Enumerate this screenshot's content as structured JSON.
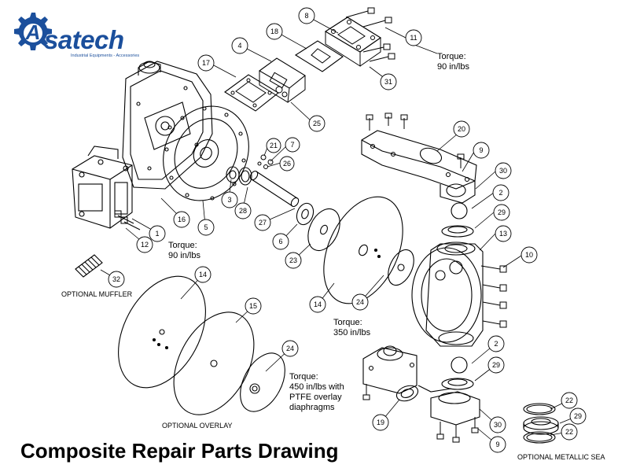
{
  "logo": {
    "brand": "Asatech",
    "letter_a": "A",
    "word": "satech",
    "tagline": "Industrial Equipments - Accessories",
    "color": "#1b4f9c"
  },
  "title": "Composite Repair Parts Drawing",
  "notes": {
    "torque_11": [
      "Torque:",
      "90 in/lbs"
    ],
    "torque_12": [
      "Torque:",
      "90 in/lbs"
    ],
    "torque_14": [
      "Torque:",
      "350 in/lbs"
    ],
    "torque_24": [
      "Torque:",
      "450 in/lbs with",
      "PTFE overlay",
      "diaphragms"
    ],
    "optional_muffler": "OPTIONAL MUFFLER",
    "optional_overlay": "OPTIONAL OVERLAY",
    "optional_metallic": "OPTIONAL METALLIC SEA"
  },
  "callouts": {
    "c8": "8",
    "c11": "11",
    "c18": "18",
    "c31": "31",
    "c4": "4",
    "c17": "17",
    "c25": "25",
    "c21": "21",
    "c7": "7",
    "c26": "26",
    "c20": "20",
    "c9a": "9",
    "c30a": "30",
    "c2a": "2",
    "c29a": "29",
    "c13": "13",
    "c10": "10",
    "c3": "3",
    "c28": "28",
    "c27": "27",
    "c6": "6",
    "c23": "23",
    "c16": "16",
    "c5": "5",
    "c1": "1",
    "c12": "12",
    "c32": "32",
    "c14a": "14",
    "c14b": "14",
    "c24a": "24",
    "c15": "15",
    "c24b": "24",
    "c2b": "2",
    "c29b": "29",
    "c19": "19",
    "c30b": "30",
    "c9b": "9",
    "c22a": "22",
    "c29c": "29",
    "c22b": "22"
  }
}
